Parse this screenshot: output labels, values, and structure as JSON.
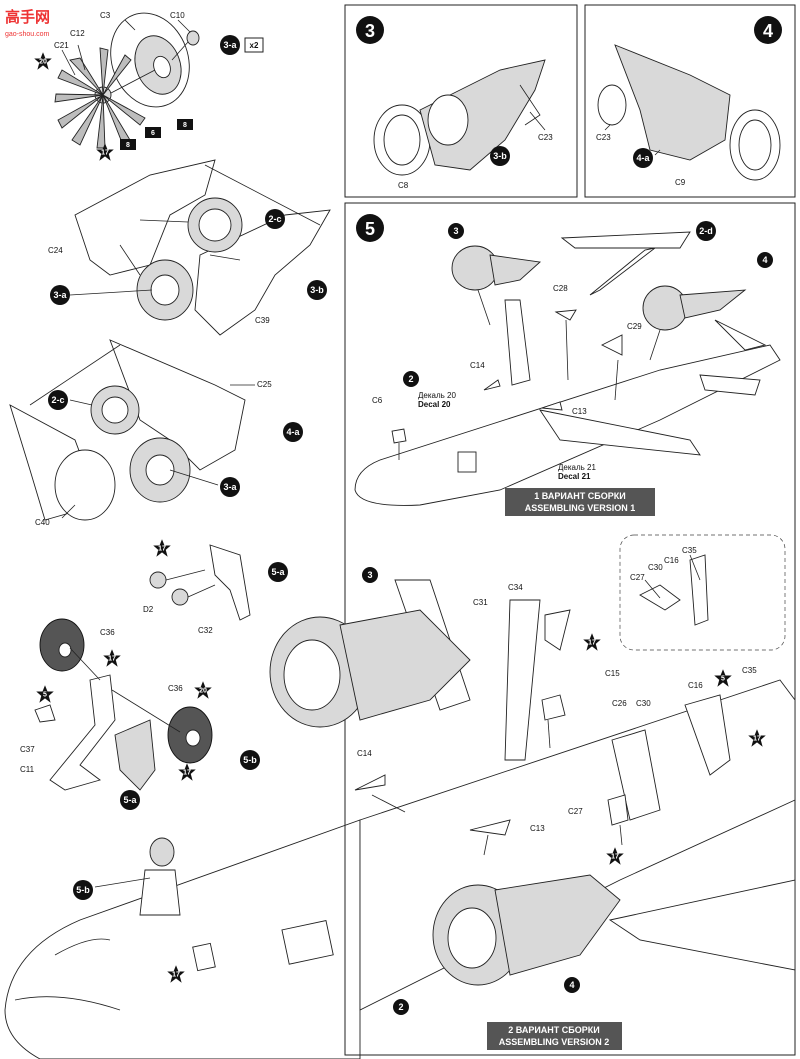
{
  "watermark": {
    "site_name": "高手网",
    "url": "gao-shou.com"
  },
  "steps": [
    {
      "number": "3"
    },
    {
      "number": "4"
    },
    {
      "number": "5"
    }
  ],
  "sub_assemblies": {
    "a3": "3-a",
    "b3": "3-b",
    "a4": "4-a",
    "a5": "5-a",
    "b5": "5-b",
    "c2": "2-c",
    "d2": "2-d",
    "multiplier": "x2"
  },
  "assembly_refs": {
    "r2": "2",
    "r3": "3",
    "r4": "4"
  },
  "parts": {
    "C3": "C3",
    "C6": "C6",
    "C8": "C8",
    "C9": "C9",
    "C10": "C10",
    "C11": "C11",
    "C12": "C12",
    "C13": "C13",
    "C14": "C14",
    "C15": "C15",
    "C16": "C16",
    "C21": "C21",
    "C23": "C23",
    "C24": "C24",
    "C25": "C25",
    "C26": "C26",
    "C27": "C27",
    "C28": "C28",
    "C29": "C29",
    "C30": "C30",
    "C31": "C31",
    "C32": "C32",
    "C34": "C34",
    "C35": "C35",
    "C36": "C36",
    "C37": "C37",
    "C39": "C39",
    "C40": "C40",
    "D2": "D2"
  },
  "paints": {
    "p5": "5",
    "p6": "6",
    "p8": "8",
    "p17": "17",
    "p20": "20"
  },
  "decals": {
    "d20_ru": "Декаль 20",
    "d20_en": "Decal 20",
    "d21_ru": "Декаль 21",
    "d21_en": "Decal 21"
  },
  "versions": {
    "v1_ru": "1 ВАРИАНТ СБОРКИ",
    "v1_en": "ASSEMBLING VERSION 1",
    "v2_ru": "2 ВАРИАНТ СБОРКИ",
    "v2_en": "ASSEMBLING VERSION 2"
  },
  "colors": {
    "paint_badge": "#111111",
    "part_grey": "#d9d9d9",
    "tire": "#555555",
    "watermark": "#e33333"
  }
}
